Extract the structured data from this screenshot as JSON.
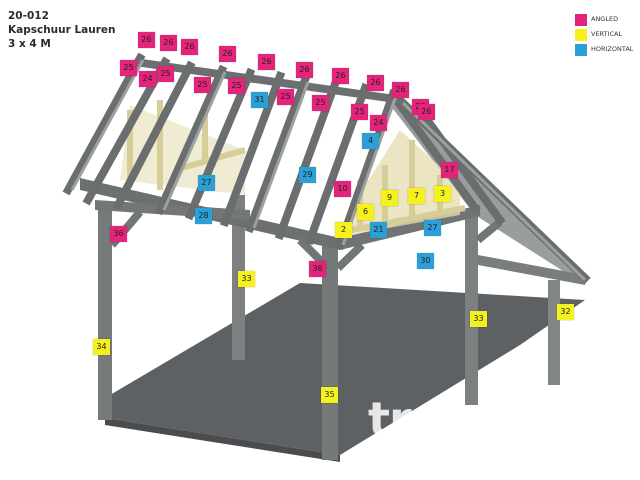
{
  "header": {
    "code": "20-012",
    "name": "Kapschuur Lauren",
    "size": "3 x 4 M"
  },
  "legend": [
    {
      "label": "ANGLED",
      "color": "#e3247a"
    },
    {
      "label": "VERTICAL",
      "color": "#f4f11d"
    },
    {
      "label": "HORIZONTAL",
      "color": "#2aa0d6"
    }
  ],
  "colors": {
    "timber_dark": "#6f7273",
    "timber_mid": "#8c8f8f",
    "timber_light": "#d9d2a4",
    "floor": "#5c5f61"
  },
  "tags": [
    {
      "text": "26",
      "kind": "angled"
    },
    {
      "text": "26",
      "kind": "angled"
    },
    {
      "text": "26",
      "kind": "angled"
    },
    {
      "text": "26",
      "kind": "angled"
    },
    {
      "text": "26",
      "kind": "angled"
    },
    {
      "text": "26",
      "kind": "angled"
    },
    {
      "text": "26",
      "kind": "angled"
    },
    {
      "text": "26",
      "kind": "angled"
    },
    {
      "text": "26",
      "kind": "angled"
    },
    {
      "text": "26",
      "kind": "angled"
    },
    {
      "text": "26",
      "kind": "angled"
    },
    {
      "text": "25",
      "kind": "angled"
    },
    {
      "text": "24",
      "kind": "angled"
    },
    {
      "text": "25",
      "kind": "angled"
    },
    {
      "text": "25",
      "kind": "angled"
    },
    {
      "text": "25",
      "kind": "angled"
    },
    {
      "text": "25",
      "kind": "angled"
    },
    {
      "text": "25",
      "kind": "angled"
    },
    {
      "text": "24",
      "kind": "angled"
    },
    {
      "text": "25",
      "kind": "angled"
    },
    {
      "text": "31",
      "kind": "horizontal"
    },
    {
      "text": "4",
      "kind": "horizontal"
    },
    {
      "text": "17",
      "kind": "angled"
    },
    {
      "text": "27",
      "kind": "horizontal"
    },
    {
      "text": "29",
      "kind": "horizontal"
    },
    {
      "text": "10",
      "kind": "angled"
    },
    {
      "text": "9",
      "kind": "vertical"
    },
    {
      "text": "7",
      "kind": "vertical"
    },
    {
      "text": "3",
      "kind": "vertical"
    },
    {
      "text": "6",
      "kind": "vertical"
    },
    {
      "text": "28",
      "kind": "horizontal"
    },
    {
      "text": "36",
      "kind": "angled"
    },
    {
      "text": "2",
      "kind": "vertical"
    },
    {
      "text": "21",
      "kind": "horizontal"
    },
    {
      "text": "27",
      "kind": "horizontal"
    },
    {
      "text": "30",
      "kind": "horizontal"
    },
    {
      "text": "33",
      "kind": "vertical"
    },
    {
      "text": "36",
      "kind": "angled"
    },
    {
      "text": "33",
      "kind": "vertical"
    },
    {
      "text": "32",
      "kind": "vertical"
    },
    {
      "text": "34",
      "kind": "vertical"
    },
    {
      "text": "35",
      "kind": "vertical"
    }
  ],
  "watermark": "troo"
}
